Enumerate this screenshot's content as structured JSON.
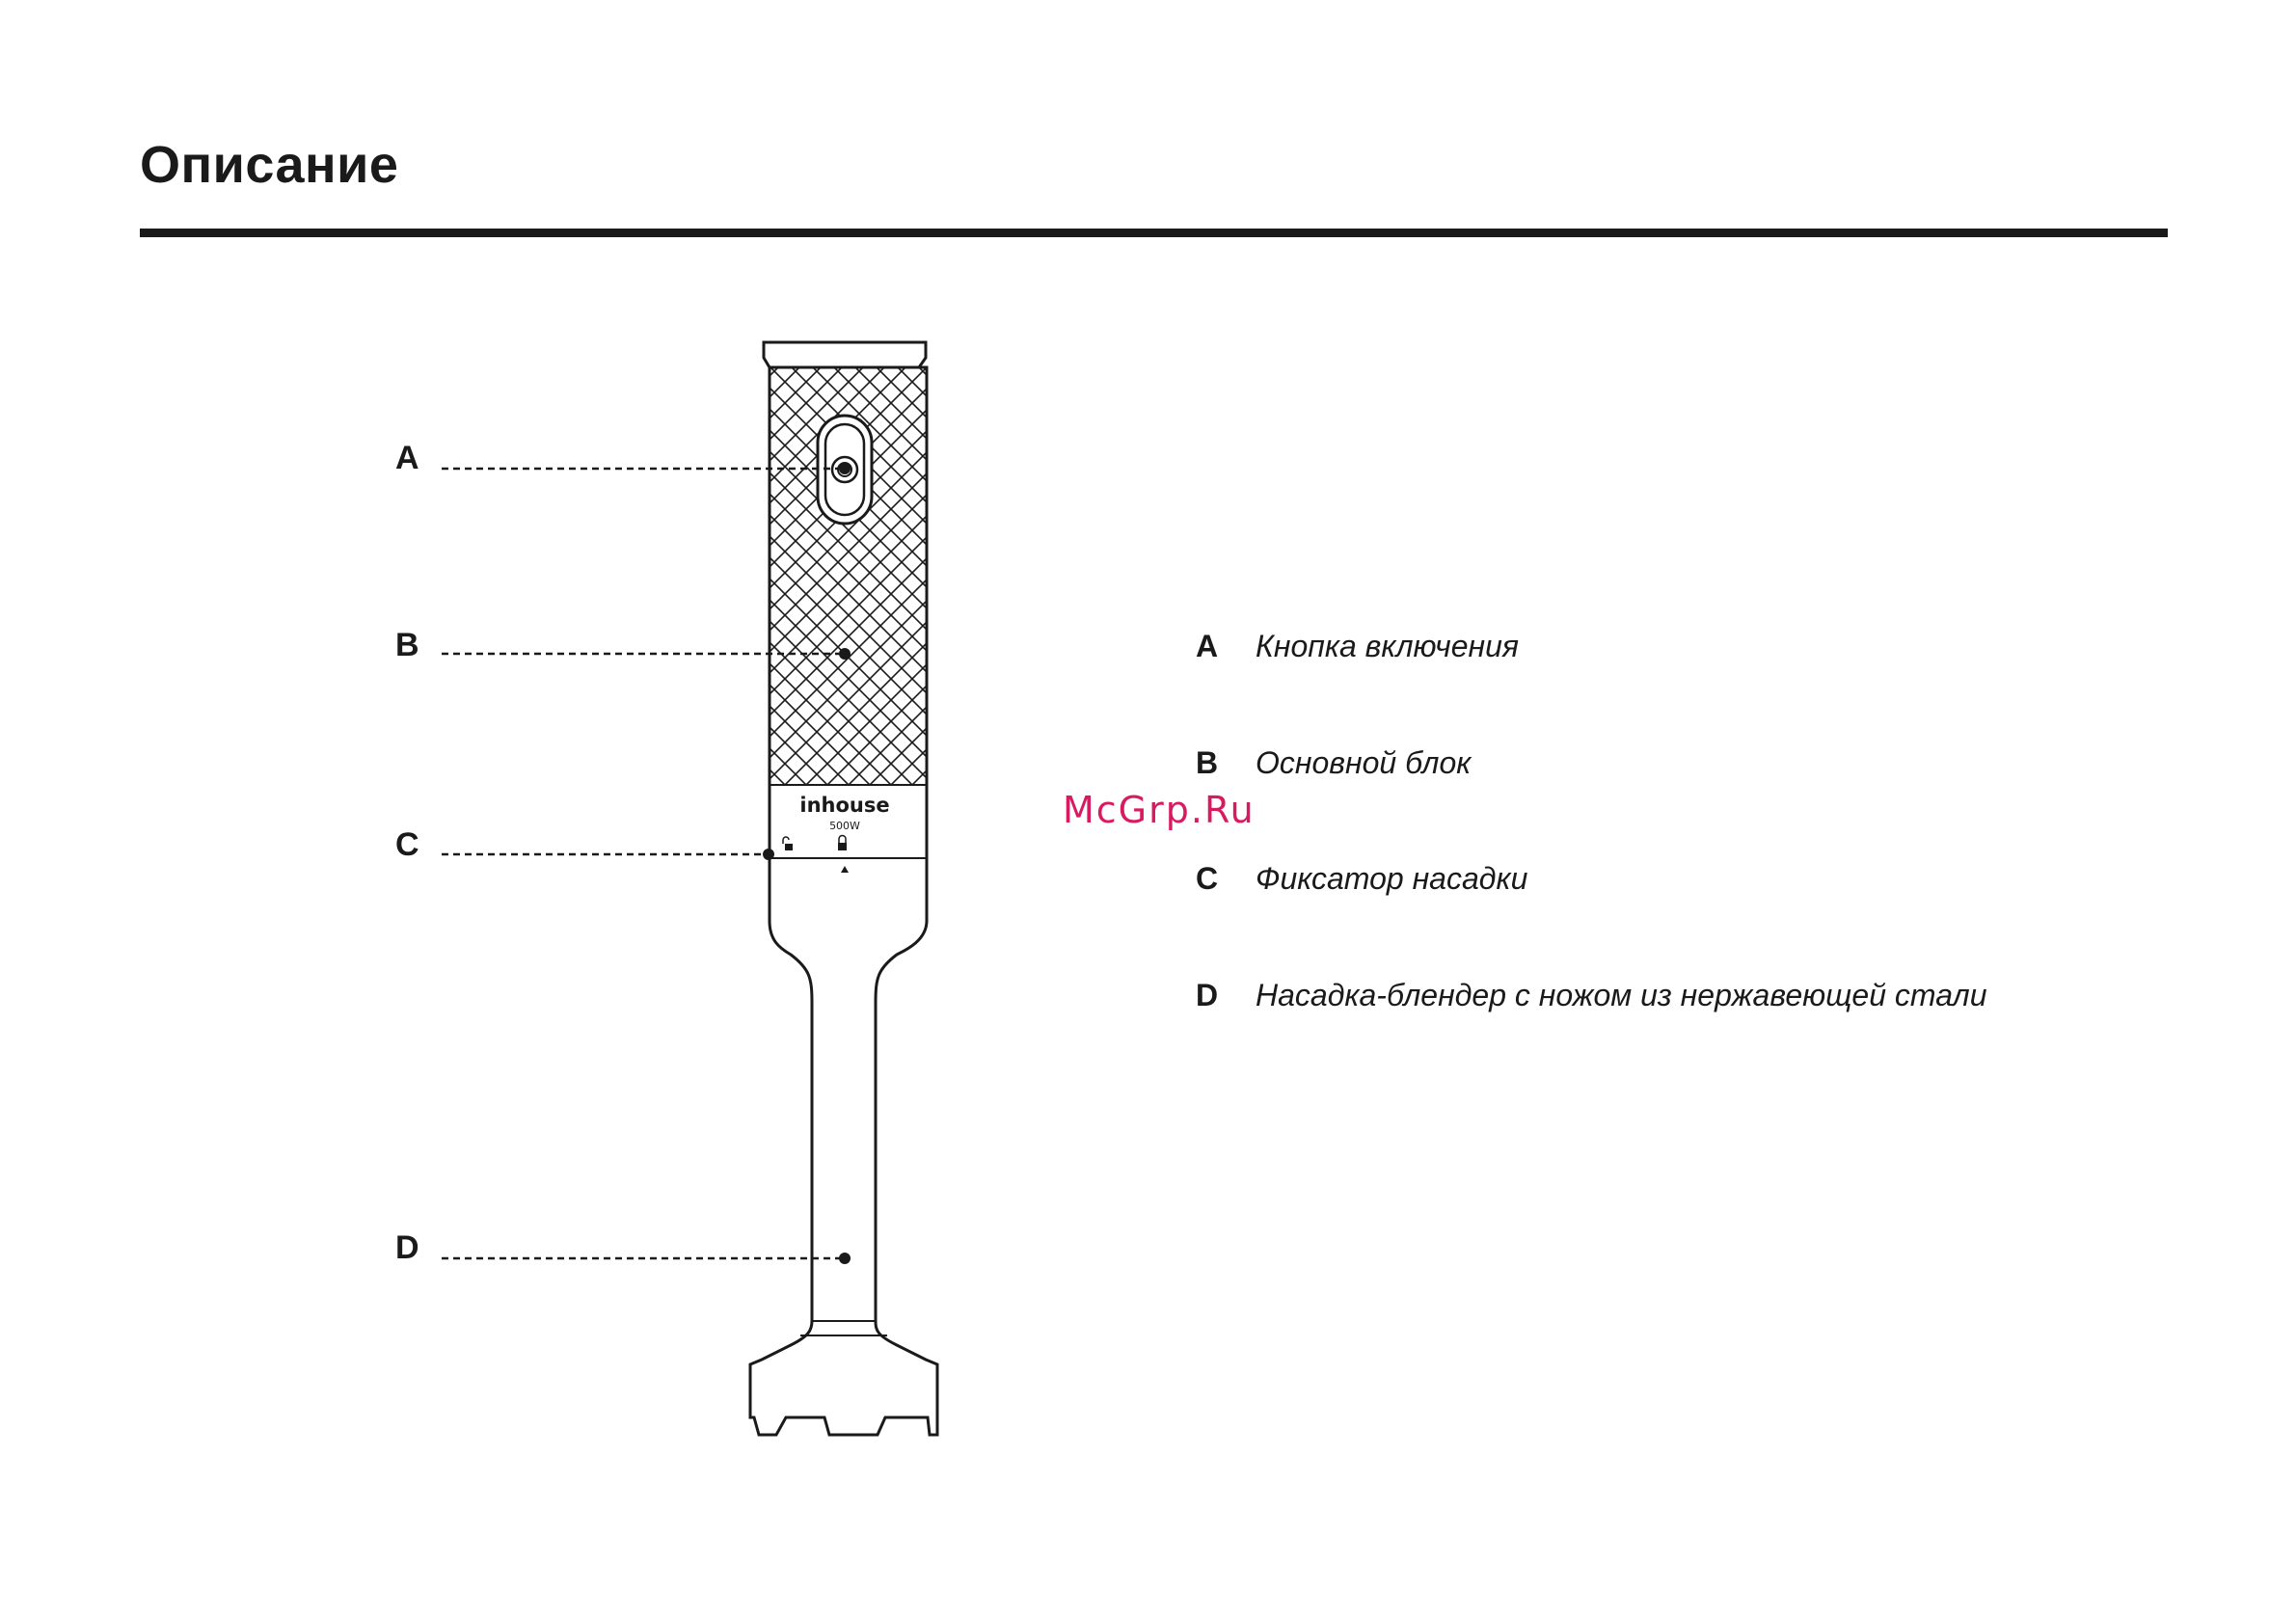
{
  "page": {
    "title": "Описание"
  },
  "device": {
    "brand": "inhouse",
    "power": "500W"
  },
  "callouts": [
    {
      "letter": "A"
    },
    {
      "letter": "B"
    },
    {
      "letter": "C"
    },
    {
      "letter": "D"
    }
  ],
  "legend": [
    {
      "letter": "A",
      "text": "Кнопка включения"
    },
    {
      "letter": "B",
      "text": "Основной блок"
    },
    {
      "letter": "C",
      "text": "Фиксатор насадки"
    },
    {
      "letter": "D",
      "text": "Насадка-блендер с ножом из нержавеющей стали"
    }
  ],
  "watermark": "McGrp.Ru",
  "colors": {
    "ink": "#1a1a1a",
    "watermark": "#d81b60",
    "background": "#ffffff"
  }
}
